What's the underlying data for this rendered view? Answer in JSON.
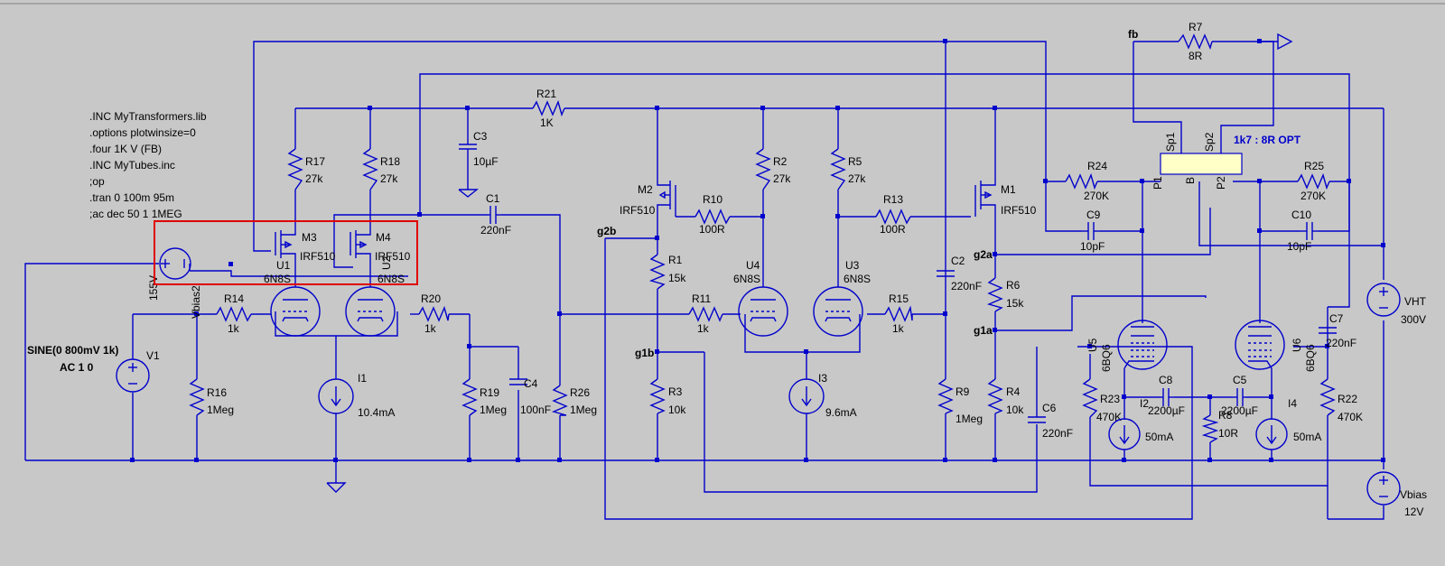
{
  "colors": {
    "background": "#c8c8c8",
    "wire": "#0000cc",
    "text": "#000000",
    "selection": "#e00000",
    "transformer_fill": "#ffffc8",
    "transformer_label": "#0000cc"
  },
  "directives": [
    ".INC MyTransformers.lib",
    ".options plotwinsize=0",
    ".four 1K V (FB)",
    ".INC MyTubes.inc",
    ";op",
    ".tran 0 100m 95m",
    ";ac dec 50 1 1MEG"
  ],
  "components": {
    "R7": {
      "name": "R7",
      "value": "8R"
    },
    "R21": {
      "name": "R21",
      "value": "1K"
    },
    "C3": {
      "name": "C3",
      "value": "10µF"
    },
    "C1": {
      "name": "C1",
      "value": "220nF"
    },
    "R17": {
      "name": "R17",
      "value": "27k"
    },
    "R18": {
      "name": "R18",
      "value": "27k"
    },
    "M3": {
      "name": "M3",
      "value": "IRF510"
    },
    "M4": {
      "name": "M4",
      "value": "IRF510"
    },
    "U1": {
      "name": "U1",
      "value": "6N8S"
    },
    "U2": {
      "name": "U2",
      "value": "6N8S"
    },
    "Vbias2": {
      "name": "Vbias2",
      "value": "155V"
    },
    "R14": {
      "name": "R14",
      "value": "1k"
    },
    "R20": {
      "name": "R20",
      "value": "1k"
    },
    "V1": {
      "name": "V1",
      "value": "SINE(0 800mV 1k)",
      "ac": "AC 1 0"
    },
    "R16": {
      "name": "R16",
      "value": "1Meg"
    },
    "I1": {
      "name": "I1",
      "value": "10.4mA"
    },
    "R19": {
      "name": "R19",
      "value": "1Meg"
    },
    "C4": {
      "name": "C4",
      "value": "100nF"
    },
    "R26": {
      "name": "R26",
      "value": "1Meg"
    },
    "M2": {
      "name": "M2",
      "value": "IRF510"
    },
    "R10": {
      "name": "R10",
      "value": "100R"
    },
    "R2": {
      "name": "R2",
      "value": "27k"
    },
    "R5": {
      "name": "R5",
      "value": "27k"
    },
    "R13": {
      "name": "R13",
      "value": "100R"
    },
    "M1": {
      "name": "M1",
      "value": "IRF510"
    },
    "R1": {
      "name": "R1",
      "value": "15k"
    },
    "R3": {
      "name": "R3",
      "value": "10k"
    },
    "R11": {
      "name": "R11",
      "value": "1k"
    },
    "U4": {
      "name": "U4",
      "value": "6N8S"
    },
    "U3": {
      "name": "U3",
      "value": "6N8S"
    },
    "R15": {
      "name": "R15",
      "value": "1k"
    },
    "I3": {
      "name": "I3",
      "value": "9.6mA"
    },
    "C2": {
      "name": "C2",
      "value": "220nF"
    },
    "R9": {
      "name": "R9",
      "value": "1Meg"
    },
    "R6": {
      "name": "R6",
      "value": "15k"
    },
    "R4": {
      "name": "R4",
      "value": "10k"
    },
    "C6": {
      "name": "C6",
      "value": "220nF"
    },
    "R24": {
      "name": "R24",
      "value": "270K"
    },
    "R25": {
      "name": "R25",
      "value": "270K"
    },
    "C9": {
      "name": "C9",
      "value": "10pF"
    },
    "C10": {
      "name": "C10",
      "value": "10pF"
    },
    "U5": {
      "name": "U5",
      "value": "6BQ6"
    },
    "U6": {
      "name": "U6",
      "value": "6BQ6"
    },
    "C7": {
      "name": "C7",
      "value": "220nF"
    },
    "R23": {
      "name": "R23",
      "value": "470K"
    },
    "I2": {
      "name": "I2",
      "value": "50mA"
    },
    "C8": {
      "name": "C8",
      "value": "2200µF"
    },
    "C5": {
      "name": "C5",
      "value": "2200µF"
    },
    "R8": {
      "name": "R8",
      "value": "10R"
    },
    "I4": {
      "name": "I4",
      "value": "50mA"
    },
    "R22": {
      "name": "R22",
      "value": "470K"
    },
    "VHT": {
      "name": "VHT",
      "value": "300V"
    },
    "Vbias": {
      "name": "Vbias",
      "value": "12V"
    }
  },
  "transformer": {
    "label": "1k7 : 8R OPT",
    "pins": {
      "sp1": "Sp1",
      "sp2": "Sp2",
      "p1": "P1",
      "b": "B",
      "p2": "P2"
    }
  },
  "nets": {
    "fb": "fb",
    "g2b": "g2b",
    "g1b": "g1b",
    "g2a": "g2a",
    "g1a": "g1a"
  }
}
